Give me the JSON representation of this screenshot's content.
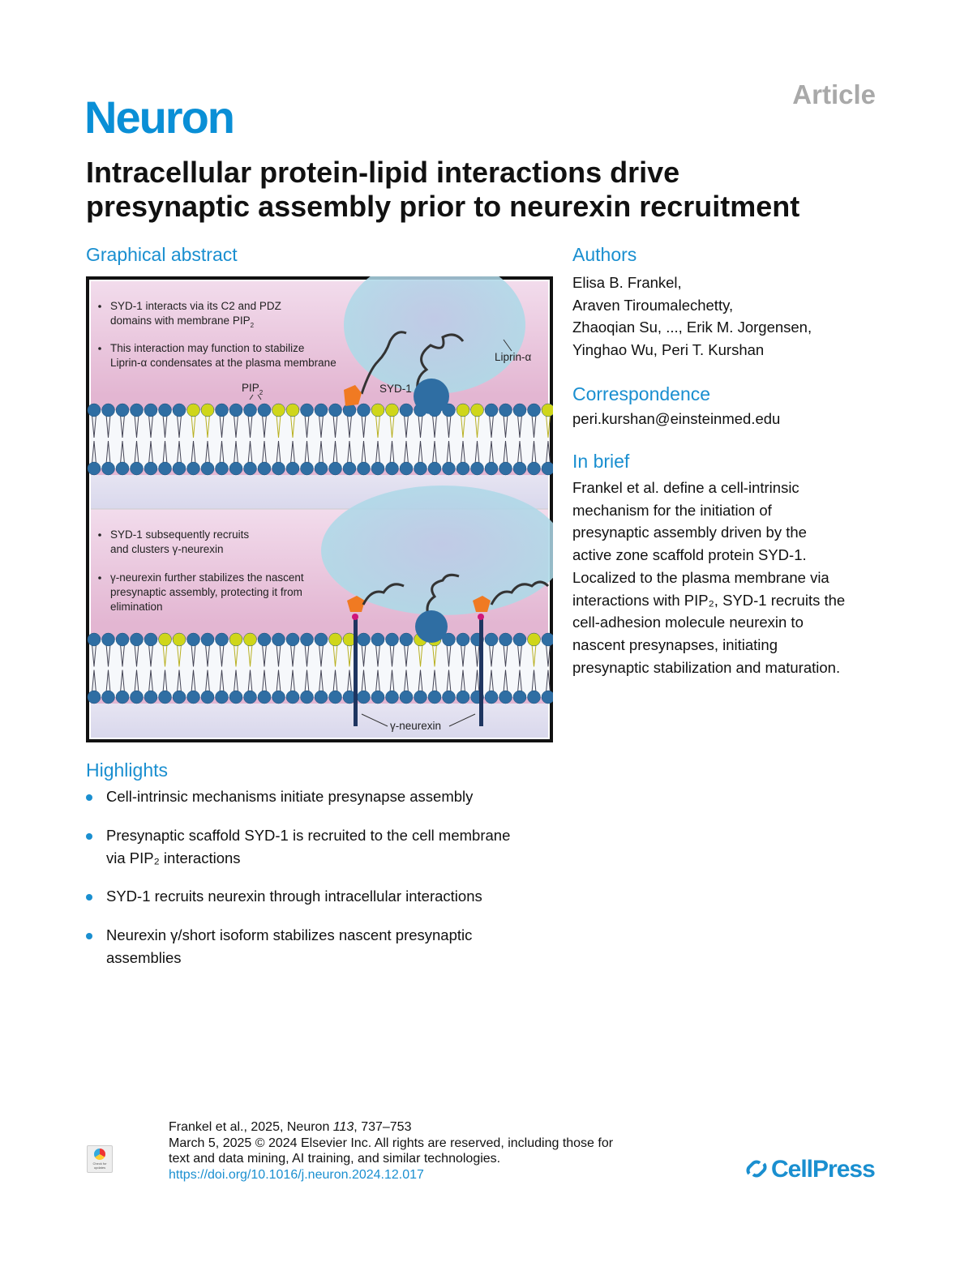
{
  "header": {
    "journal": "Neuron",
    "article_type": "Article",
    "title_line1": "Intracellular protein-lipid interactions drive",
    "title_line2": "presynaptic assembly prior to neurexin recruitment"
  },
  "graphical_abstract": {
    "heading": "Graphical abstract",
    "panel1": {
      "bullet1_l1": "SYD-1 interacts via its C2 and PDZ",
      "bullet1_l2": "domains with membrane PIP",
      "bullet2_l1": "This interaction may function to stabilize",
      "bullet2_l2": "Liprin-α condensates at the plasma membrane",
      "pip2": "PIP",
      "syd1": "SYD-1",
      "liprin": "Liprin-α",
      "sub2": "2"
    },
    "panel2": {
      "bullet1_l1": "SYD-1 subsequently recruits",
      "bullet1_l2": "and clusters γ-neurexin",
      "bullet2_l1": "γ-neurexin further stabilizes the nascent",
      "bullet2_l2": "presynaptic assembly, protecting it from",
      "bullet2_l3": "elimination",
      "neurexin": "γ-neurexin"
    }
  },
  "authors": {
    "heading": "Authors",
    "lines": [
      "Elisa B. Frankel,",
      "Araven Tiroumalechetty,",
      "Zhaoqian Su, ..., Erik M. Jorgensen,",
      "Yinghao Wu, Peri T. Kurshan"
    ]
  },
  "correspondence": {
    "heading": "Correspondence",
    "email": "peri.kurshan@einsteinmed.edu"
  },
  "in_brief": {
    "heading": "In brief",
    "lines": [
      "Frankel et al. define a cell-intrinsic",
      "mechanism for the initiation of",
      "presynaptic assembly driven by the",
      "active zone scaffold protein SYD-1.",
      "Localized to the plasma membrane via",
      "interactions with PIP₂, SYD-1 recruits the",
      "cell-adhesion molecule neurexin to",
      "nascent presynapses, initiating",
      "presynaptic stabilization and maturation."
    ]
  },
  "highlights": {
    "heading": "Highlights",
    "items": [
      {
        "l1": "Cell-intrinsic mechanisms initiate presynapse assembly"
      },
      {
        "l1": "Presynaptic scaffold SYD-1 is recruited to the cell membrane",
        "l2": "via PIP₂ interactions"
      },
      {
        "l1": "SYD-1 recruits neurexin through intracellular interactions"
      },
      {
        "l1": "Neurexin γ/short isoform stabilizes nascent presynaptic",
        "l2": "assemblies"
      }
    ]
  },
  "footer": {
    "citation_pre": "Frankel et al., 2025, Neuron ",
    "volume": "113",
    "pages": ", 737–753",
    "line2": "March 5, 2025 © 2024 Elsevier Inc. All rights are reserved, including those for",
    "line3": "text and data mining, AI training, and similar technologies.",
    "doi": "https://doi.org/10.1016/j.neuron.2024.12.017",
    "publisher": "CellPress",
    "check_badge": "Check for updates"
  },
  "colors": {
    "accent": "#1a8fd0",
    "lipid_head": "#2f6ea3",
    "pip2_head": "#cfd61a",
    "protein": "#f07a22"
  }
}
